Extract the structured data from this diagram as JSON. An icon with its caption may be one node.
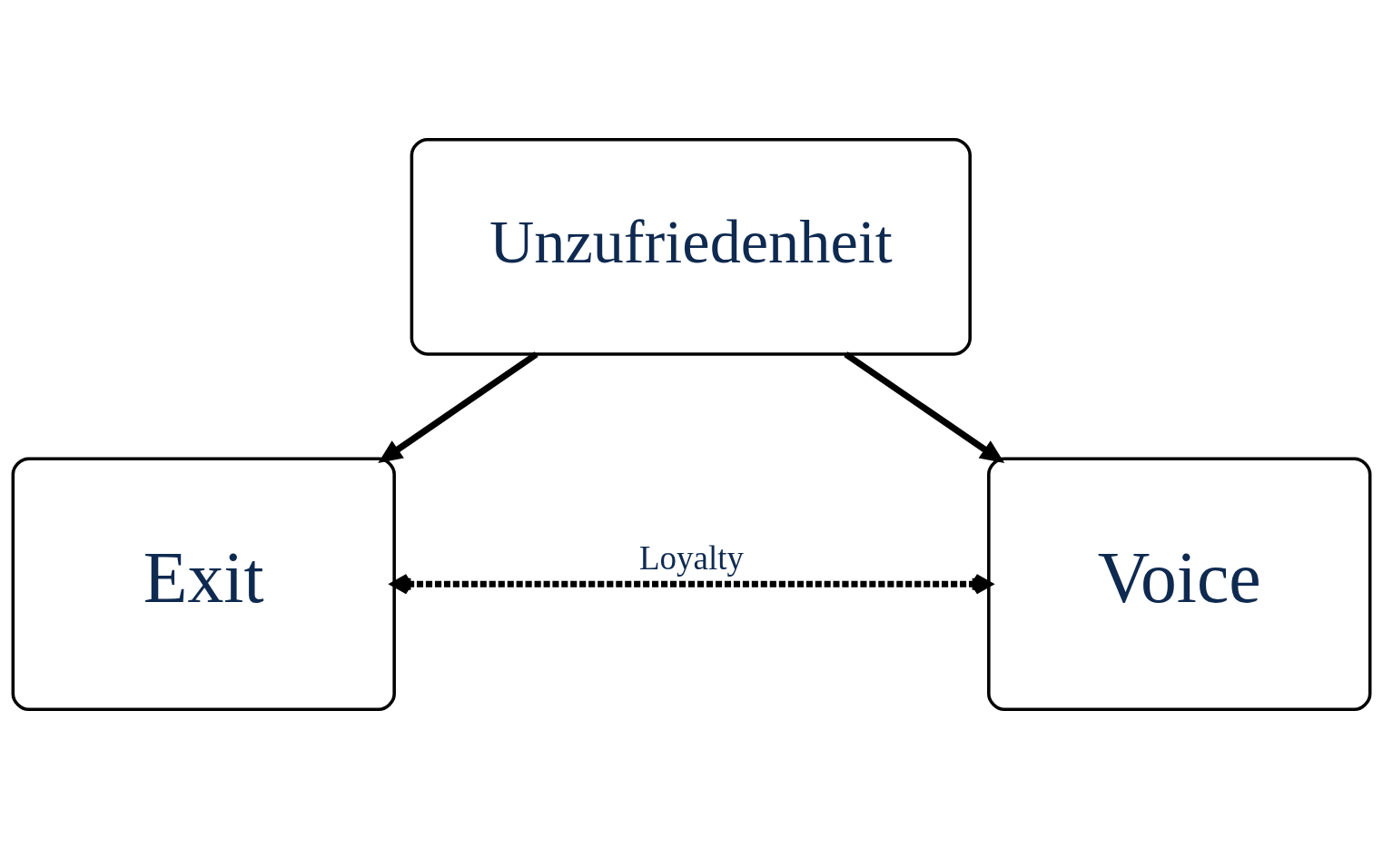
{
  "diagram": {
    "nodes": [
      {
        "text": [
          "Unzufriedenheit"
        ]
      },
      {
        "text": [
          "Exit"
        ]
      },
      {
        "text": [
          "Voice"
        ]
      }
    ],
    "edges": [
      {
        "from": 0,
        "to": 1,
        "arrow": "to"
      },
      {
        "from": 0,
        "to": 2,
        "arrow": "to"
      },
      {
        "from": 1,
        "to": 2,
        "arrow": "both",
        "style": "dashed",
        "label": "Loyalty"
      }
    ]
  }
}
